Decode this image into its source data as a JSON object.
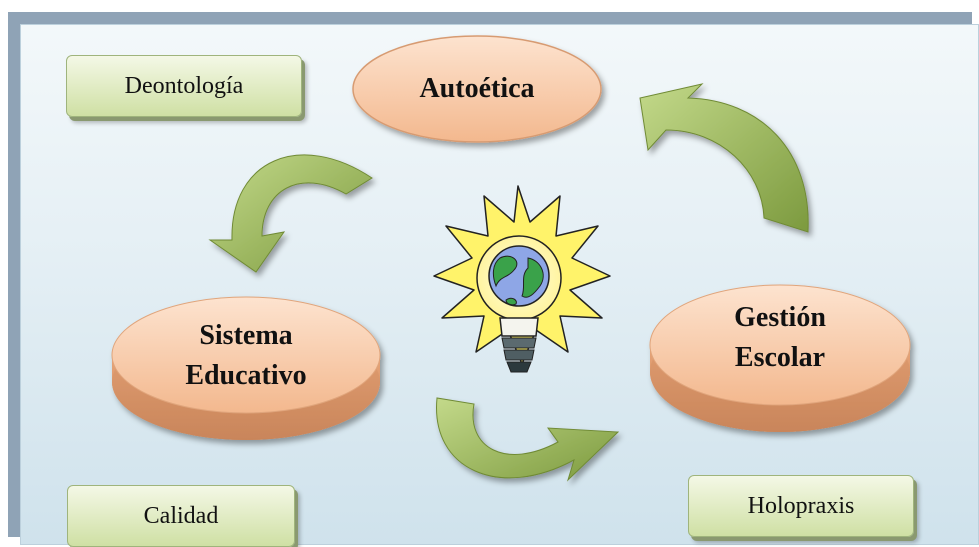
{
  "nodes": {
    "autoetica": "Autoética",
    "sistema_educativo": [
      "Sistema",
      "Educativo"
    ],
    "gestion_escolar": [
      "Gestión",
      "Escolar"
    ]
  },
  "labels": {
    "deontologia": "Deontología",
    "calidad": "Calidad",
    "holopraxis": "Holopraxis"
  },
  "colors": {
    "oval_fill": "#f7c8a4",
    "box_fill": "#d8e6b4",
    "arrow_fill": "#9cbb59"
  },
  "icons": [
    "lightbulb-globe-icon"
  ]
}
